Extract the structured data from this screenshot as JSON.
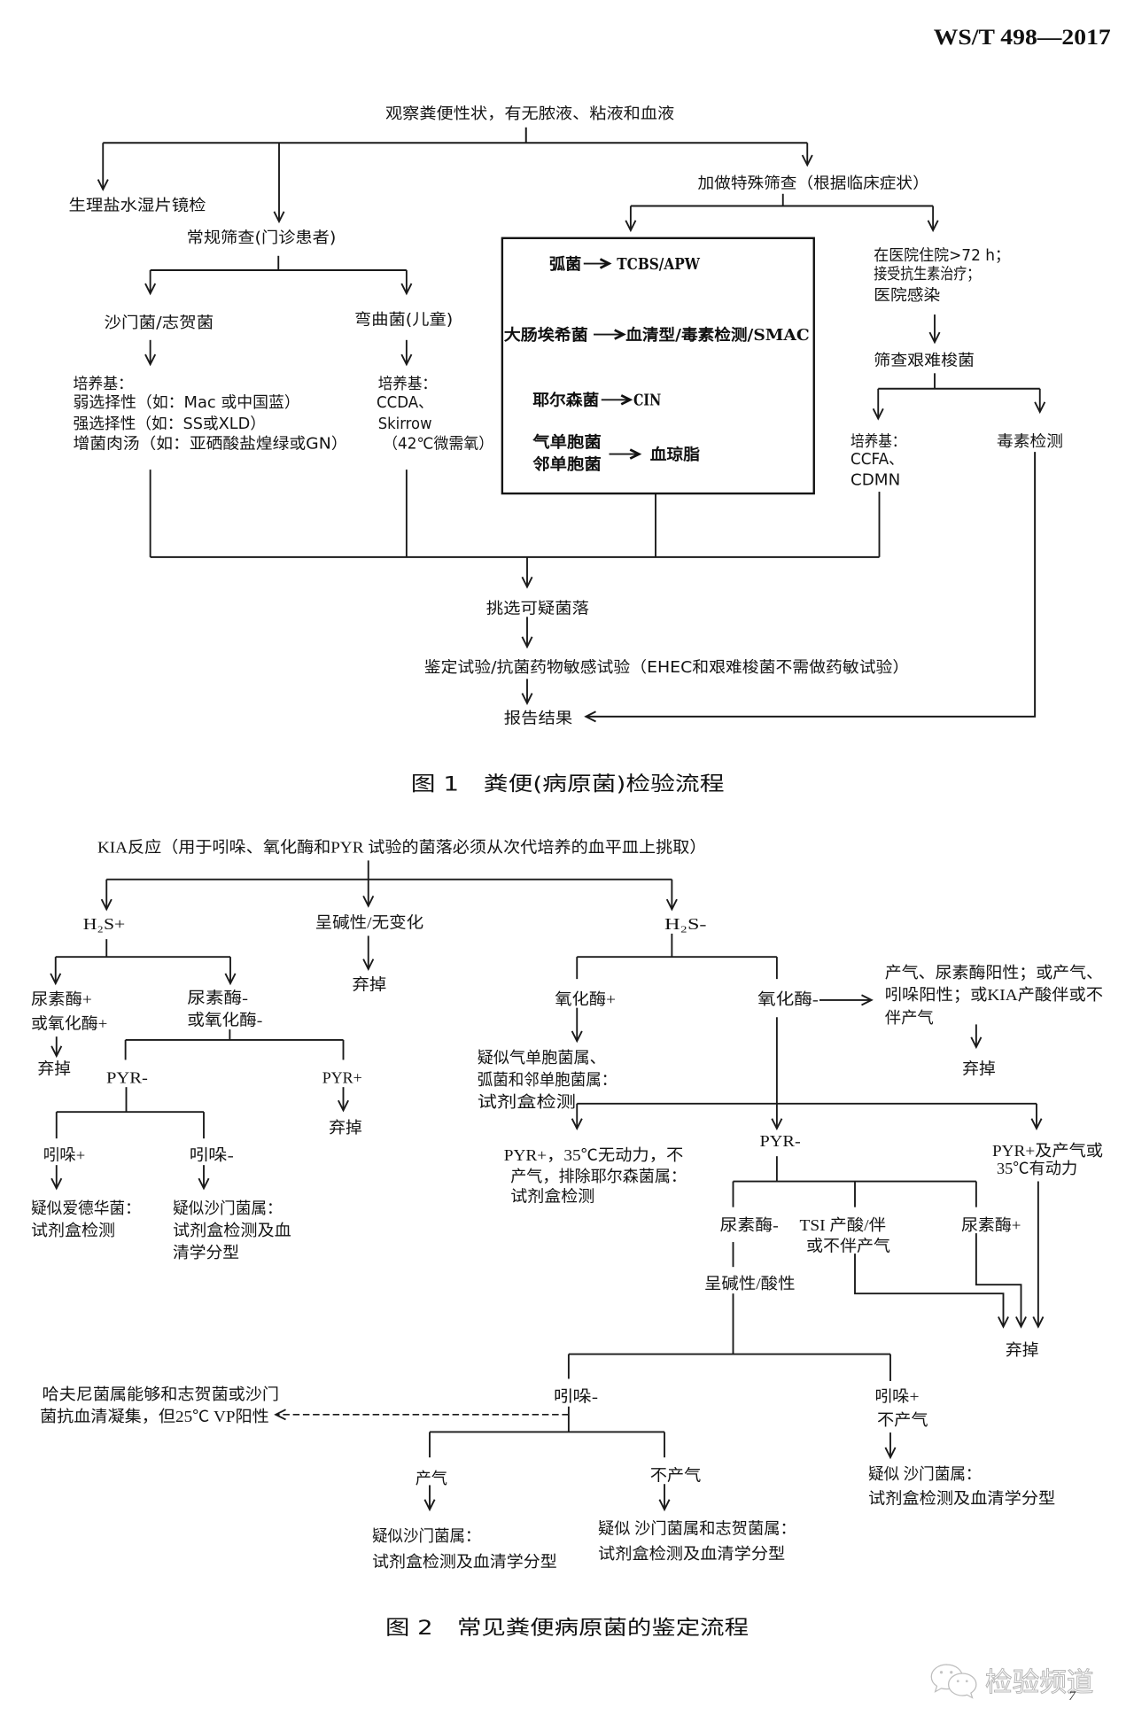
{
  "document": {
    "standard_code": "WS/T 498—2017",
    "page_number": "7",
    "watermark_text": "检验频道",
    "watermark_icon": "wechat-icon"
  },
  "figure1": {
    "caption": "图 1　粪便(病原菌)检验流程",
    "root": "观察粪便性状，有无脓液、粘液和血液",
    "wet_mount": "生理盐水湿片镜检",
    "routine_screening": "常规筛查(门诊患者)",
    "special_screening": "加做特殊筛查（根据临床症状）",
    "salmonella_shigella": "沙门菌/志贺菌",
    "campylobacter": "弯曲菌(儿童)",
    "salmonella_media": [
      "培养基：",
      "弱选择性（如：Mac 或中国蓝）",
      "强选择性（如：SS或XLD）",
      "增菌肉汤（如：亚硒酸盐煌绿或GN）"
    ],
    "campylobacter_media": [
      "培养基：",
      "CCDA、",
      "Skirrow",
      "（42℃微需氧）"
    ],
    "special_box": {
      "vibrio": {
        "organism": "弧菌",
        "medium": "TCBS/APW"
      },
      "ecoli": {
        "organism": "大肠埃希菌",
        "medium": "血清型/毒素检测/SMAC"
      },
      "yersinia": {
        "organism": "耶尔森菌",
        "medium": "CIN"
      },
      "aeromonas_plesiomonas": {
        "organisms": [
          "气单胞菌",
          "邻单胞菌"
        ],
        "medium": "血琼脂"
      }
    },
    "hospital_criteria": [
      "在医院住院>72 h；",
      "接受抗生素治疗；",
      "医院感染"
    ],
    "cdiff_screening": "筛查艰难梭菌",
    "cdiff_media": [
      "培养基：",
      "CCFA、",
      "CDMN"
    ],
    "toxin_test": "毒素检测",
    "pick_colonies": "挑选可疑菌落",
    "identification": "鉴定试验/抗菌药物敏感试验（EHEC和艰难梭菌不需做药敏试验）",
    "report": "报告结果"
  },
  "figure2": {
    "caption": "图 2　常见粪便病原菌的鉴定流程",
    "kia_reaction": "KIA反应（用于吲哚、氧化酶和PYR 试验的菌落必须从次代培养的血平皿上挑取）",
    "h2s_positive": "H₂S+",
    "alkaline_no_change": "呈碱性/无变化",
    "discard_alkaline": "弃掉",
    "h2s_negative": "H₂S-",
    "h2s_pos_branch": {
      "urease_or_oxidase_positive": [
        "尿素酶+",
        "或氧化酶+"
      ],
      "discard_positive": "弃掉",
      "urease_or_oxidase_negative": [
        "尿素酶-",
        "或氧化酶-"
      ],
      "pyr_negative": "PYR-",
      "pyr_positive": "PYR+",
      "discard_pyr_positive": "弃掉",
      "indole_positive": "吲哚+",
      "indole_negative": "吲哚-",
      "edwardsiella_result": [
        "疑似爱德华菌：",
        "试剂盒检测"
      ],
      "salmonella_result": [
        "疑似沙门菌属：",
        "试剂盒检测及血",
        "清学分型"
      ]
    },
    "h2s_neg_branch": {
      "oxidase_positive": "氧化酶+",
      "oxidase_negative": "氧化酶-",
      "aeromonas_vibrio_result": [
        "疑似气单胞菌属、",
        "弧菌和邻单胞菌属：",
        "试剂盒检测"
      ],
      "exclusion_criteria": [
        "产气、尿素酶阳性；或产气、",
        "吲哚阳性；或KIA产酸伴或不",
        "伴产气"
      ],
      "discard_exclusion": "弃掉",
      "pyr_positive_nonmotile": [
        "PYR+，35℃无动力，不",
        "产气，排除耶尔森菌属：",
        "试剂盒检测"
      ],
      "pyr_negative": "PYR-",
      "pyr_positive_motile": [
        "PYR+及产气或",
        "35℃有动力"
      ],
      "urease_negative": "尿素酶-",
      "tsi_acid": [
        "TSI 产酸/伴",
        "或不伴产气"
      ],
      "urease_positive": "尿素酶+",
      "alkaline_acid": "呈碱性/酸性",
      "discard_combined": "弃掉",
      "indole_negative": "吲哚-",
      "hafnia_note": [
        "哈夫尼菌属能够和志贺菌或沙门",
        "菌抗血清凝集，但25℃ VP阳性"
      ],
      "indole_positive_no_gas": [
        "吲哚+",
        "不产气"
      ],
      "gas_produced": "产气",
      "no_gas": "不产气",
      "salmonella_gas_result": [
        "疑似沙门菌属：",
        "试剂盒检测及血清学分型"
      ],
      "salmonella_shigella_result": [
        "疑似 沙门菌属和志贺菌属：",
        "试剂盒检测及血清学分型"
      ],
      "salmonella_indole_result": [
        "疑似 沙门菌属：",
        "试剂盒检测及血清学分型"
      ]
    }
  }
}
